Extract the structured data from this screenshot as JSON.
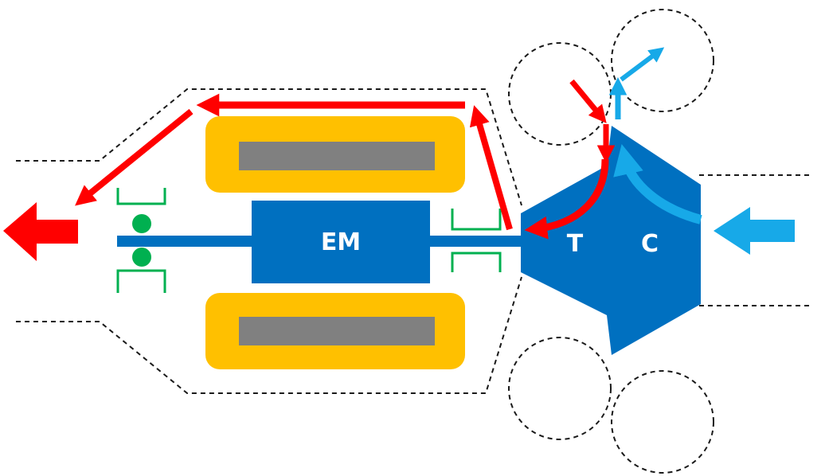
{
  "labels": {
    "motor": "EM",
    "turbine": "T",
    "compressor": "C"
  },
  "colors": {
    "hot_flow": "#ff0000",
    "cold_flow": "#17a9e8",
    "machine_blue": "#0070c0",
    "winding_yellow": "#ffc000",
    "winding_core_gray": "#808080",
    "bearing_green": "#00b050",
    "housing_line": "#1a1a1a"
  }
}
